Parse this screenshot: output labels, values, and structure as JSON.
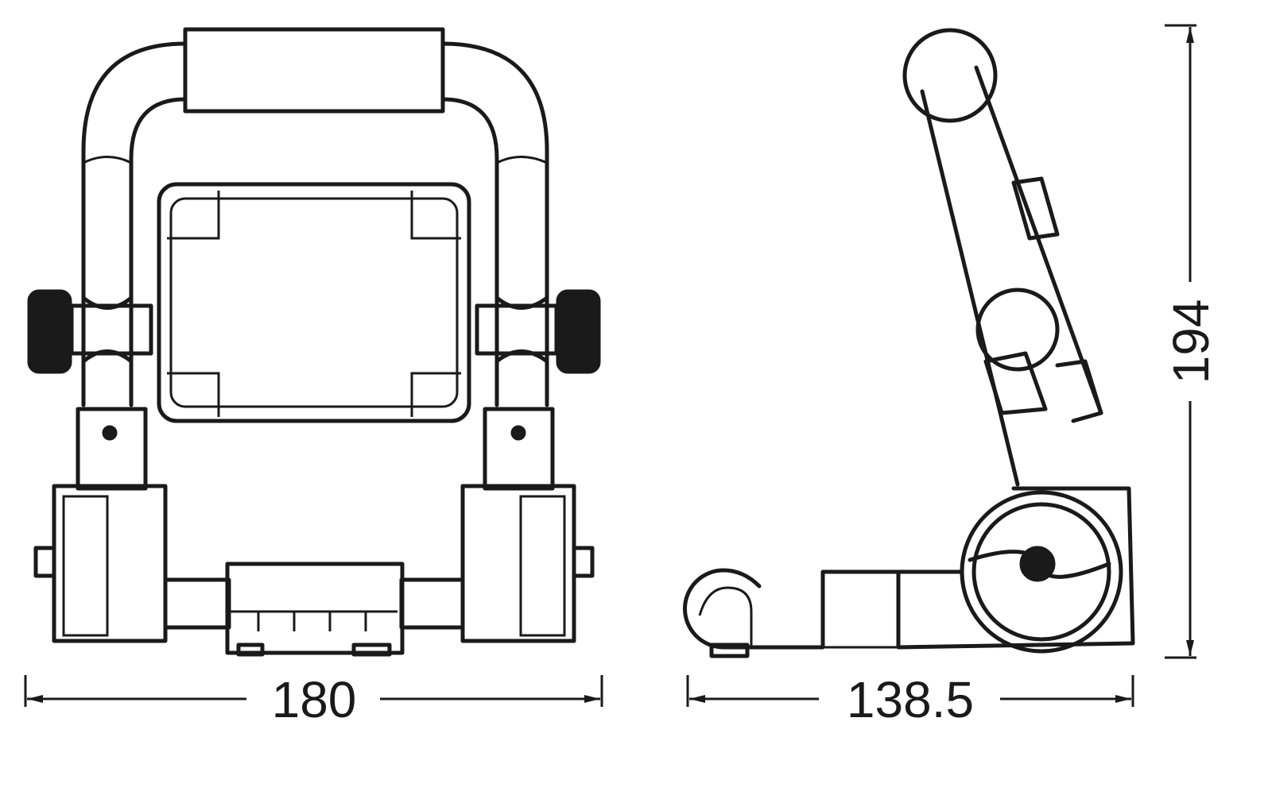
{
  "dimensions": {
    "width": "180",
    "depth": "138.5",
    "height": "194"
  },
  "views": [
    "front-view",
    "side-view"
  ],
  "colors": {
    "line": "#1a1a1a",
    "background": "#ffffff"
  }
}
